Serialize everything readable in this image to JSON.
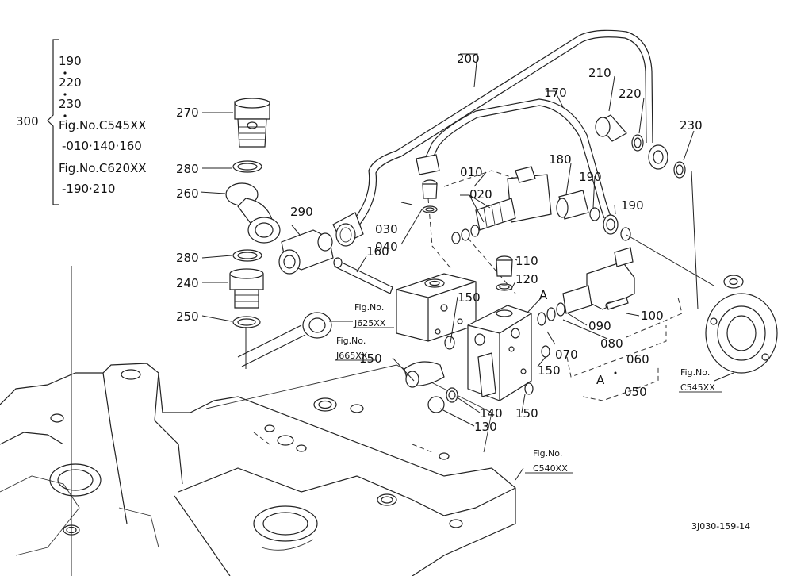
{
  "bracket": {
    "group_number": "300",
    "lines": [
      "190",
      "220",
      "230",
      "Fig.No.C545XX",
      "-010·140·160",
      "Fig.No.C620XX",
      "-190·210"
    ]
  },
  "labels": {
    "p200": "200",
    "p210": "210",
    "p220": "220",
    "p230": "230",
    "p170": "170",
    "p270": "270",
    "p280a": "280",
    "p260": "260",
    "p010": "010",
    "p020": "020",
    "p180": "180",
    "p190a": "190",
    "p190b": "190",
    "p290": "290",
    "p030": "030",
    "p040": "040",
    "p160": "160",
    "p280b": "280",
    "p110": "110",
    "p240": "240",
    "p120": "120",
    "p250": "250",
    "p150a": "150",
    "pA1": "A",
    "p100": "100",
    "p090": "090",
    "p080": "080",
    "p070": "070",
    "p060": "060",
    "p150b": "150",
    "p150c": "150",
    "pA2": "A",
    "p050": "050",
    "p140": "140",
    "p150d": "150",
    "p130": "130"
  },
  "refs": {
    "j625_a": "Fig.No.",
    "j625_b": "J625XX",
    "j665_a": "Fig.No.",
    "j665_b": "J665XX",
    "c545_a": "Fig.No.",
    "c545_b": "C545XX",
    "c540_a": "Fig.No.",
    "c540_b": "C540XX"
  },
  "drawing_code": "3J030-159-14"
}
